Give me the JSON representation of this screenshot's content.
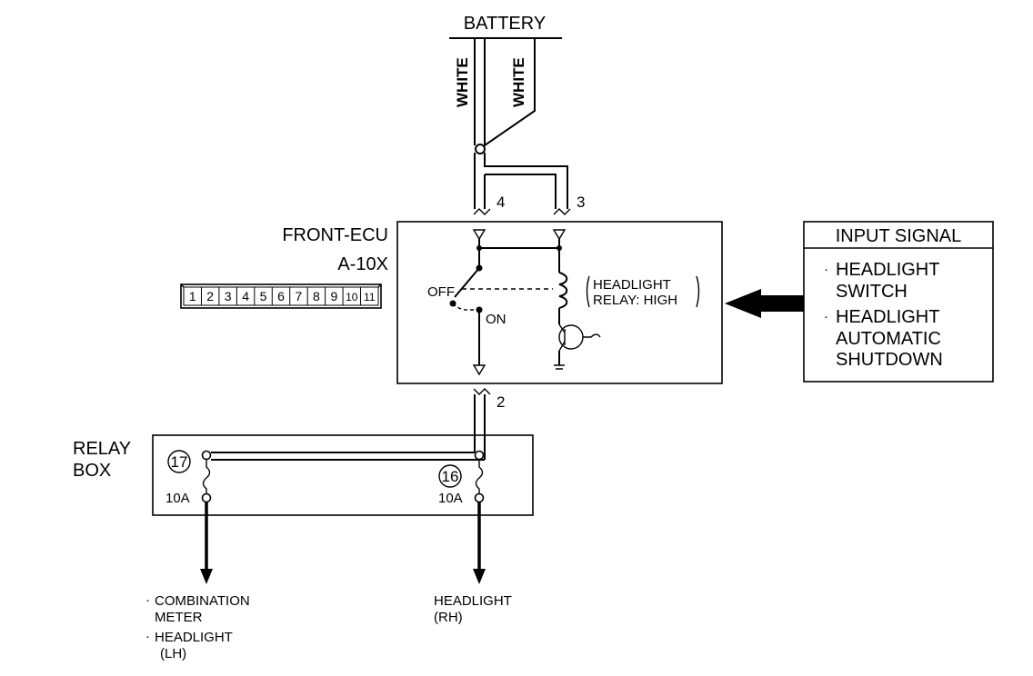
{
  "battery": {
    "label": "BATTERY"
  },
  "wires": {
    "left_color": "WHITE",
    "right_color": "WHITE"
  },
  "ecu": {
    "name": "FRONT-ECU",
    "connector": "A-10X",
    "pins": [
      "1",
      "2",
      "3",
      "4",
      "5",
      "6",
      "7",
      "8",
      "9",
      "10",
      "11"
    ],
    "pin_4": "4",
    "pin_3": "3",
    "pin_2": "2",
    "switch_off": "OFF",
    "switch_on": "ON",
    "relay_line1": "HEADLIGHT",
    "relay_line2": "RELAY: HIGH"
  },
  "input_signal": {
    "title": "INPUT SIGNAL",
    "items": [
      {
        "lines": [
          "HEADLIGHT",
          "SWITCH"
        ]
      },
      {
        "lines": [
          "HEADLIGHT",
          "AUTOMATIC",
          "SHUTDOWN"
        ]
      }
    ]
  },
  "relay_box": {
    "label_line1": "RELAY",
    "label_line2": "BOX",
    "fuse_17": "17",
    "fuse_16": "16",
    "rating_17": "10A",
    "rating_16": "10A"
  },
  "outputs": {
    "left": [
      "COMBINATION",
      "METER",
      "HEADLIGHT",
      "(LH)"
    ],
    "right": [
      "HEADLIGHT",
      "(RH)"
    ]
  }
}
